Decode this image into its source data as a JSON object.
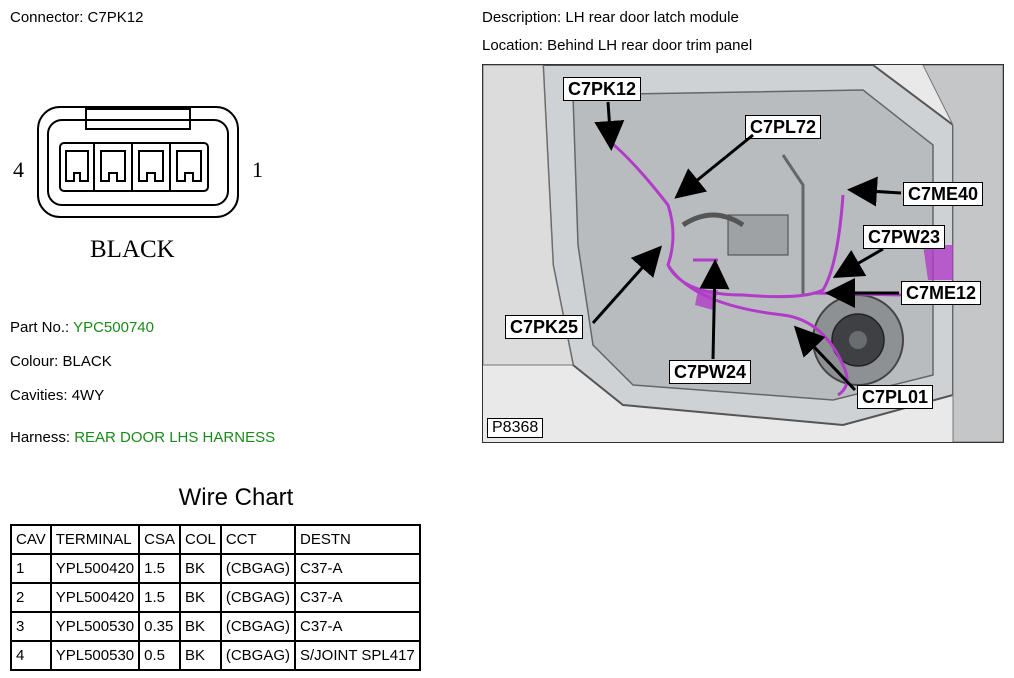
{
  "connector": {
    "label": "Connector:",
    "value": "C7PK12"
  },
  "drawing": {
    "pin_left": "4",
    "pin_right": "1",
    "colour_text": "BLACK"
  },
  "part_no": {
    "label": "Part No.:",
    "value": "YPC500740"
  },
  "colour": {
    "label": "Colour:",
    "value": "BLACK"
  },
  "cavities": {
    "label": "Cavities:",
    "value": "4WY"
  },
  "harness": {
    "label": "Harness:",
    "value": "REAR DOOR LHS HARNESS"
  },
  "description": {
    "label": "Description:",
    "value": "LH rear door latch module"
  },
  "location": {
    "label": "Location:",
    "value": "Behind LH rear door trim panel"
  },
  "wire_chart": {
    "title": "Wire Chart",
    "headers": [
      "CAV",
      "TERMINAL",
      "CSA",
      "COL",
      "CCT",
      "DESTN"
    ],
    "rows": [
      [
        "1",
        "YPL500420",
        "1.5",
        "BK",
        "(CBGAG)",
        "C37-A"
      ],
      [
        "2",
        "YPL500420",
        "1.5",
        "BK",
        "(CBGAG)",
        "C37-A"
      ],
      [
        "3",
        "YPL500530",
        "0.35",
        "BK",
        "(CBGAG)",
        "C37-A"
      ],
      [
        "4",
        "YPL500530",
        "0.5",
        "BK",
        "(CBGAG)",
        "S/JOINT SPL417"
      ]
    ]
  },
  "image": {
    "ref": "P8368",
    "callouts": [
      "C7PK12",
      "C7PL72",
      "C7ME40",
      "C7PW23",
      "C7ME12",
      "C7PK25",
      "C7PW24",
      "C7PL01"
    ]
  },
  "colors": {
    "harness": "#b03cc8",
    "green_text": "#1a8a1a"
  }
}
